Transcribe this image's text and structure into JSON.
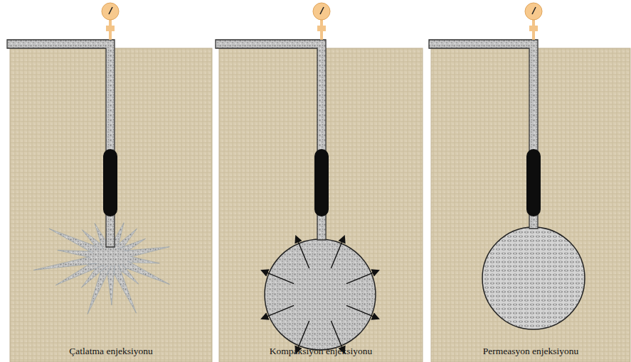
{
  "diagram": {
    "nodes": [
      {
        "text": [
          "Çatlatma enjeksiyonu"
        ]
      },
      {
        "text": [
          "Kompaksiyon enjeksiyonu"
        ]
      },
      {
        "text": [
          "Permeasyon enjeksiyonu"
        ]
      }
    ]
  }
}
